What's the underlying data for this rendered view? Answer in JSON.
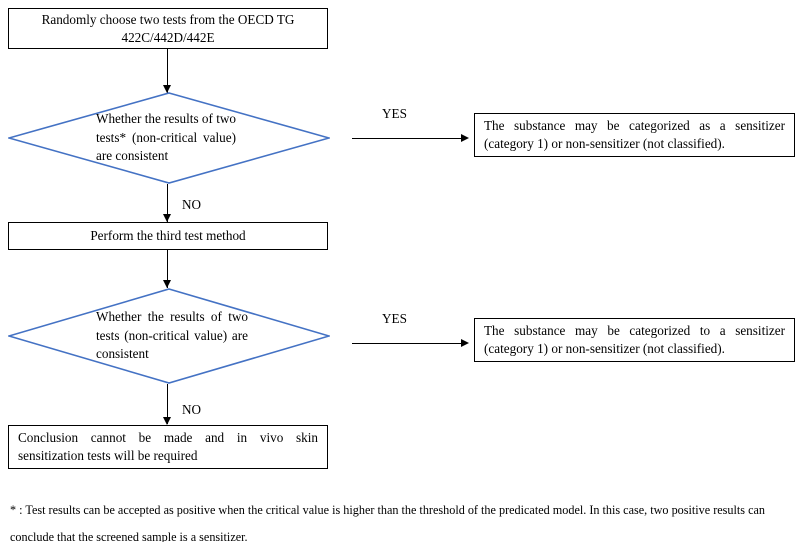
{
  "diagram": {
    "title": "Skin sensitization testing decision flowchart",
    "colors": {
      "box_border": "#000000",
      "diamond_border": "#4472C4",
      "connector": "#000000",
      "text": "#000000",
      "background": "#ffffff"
    },
    "nodes": {
      "start_box": {
        "text": "Randomly choose two tests from the OECD TG 422C/442D/442E"
      },
      "decision_one": {
        "text": "Whether the results of two tests* (non-critical value) are consistent"
      },
      "result_one": {
        "text": "The substance may be categorized as a sensitizer (category 1) or non-sensitizer (not classified)."
      },
      "third_test_box": {
        "text": "Perform the third test method"
      },
      "decision_two": {
        "text": "Whether the results of two tests (non-critical value) are consistent"
      },
      "result_two": {
        "text": "The substance may be categorized to a sensitizer (category 1) or non-sensitizer (not classified)."
      },
      "conclusion_box": {
        "text": "Conclusion cannot be made and in vivo skin sensitization tests will be required"
      }
    },
    "edges": {
      "yes_one": "YES",
      "no_one": "NO",
      "yes_two": "YES",
      "no_two": "NO"
    },
    "footnote": {
      "marker": "*",
      "text": " : Test results can be accepted as positive when the critical value is higher than the threshold of the predicated model. In this case, two positive results can conclude that the screened sample is a sensitizer."
    }
  }
}
